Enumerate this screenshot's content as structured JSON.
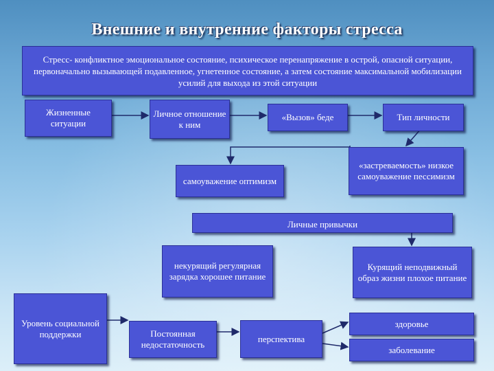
{
  "title": "Внешние и внутренние факторы стресса",
  "definition": "Стресс- конфликтное эмоциональное состояние, психическое перенапряжение в острой, опасной  ситуации, первоначально вызывающей подавленное, угнетенное состояние, а затем состояние максимальной мобилизации усилий для выхода из этой ситуации",
  "boxes": {
    "life_situations": "Жизненные ситуации",
    "personal_attitude": "Личное отношение к ним",
    "challenge": "«Вызов» беде",
    "personality_type": "Тип личности",
    "stuck": "«застреваемость» низкое самоуважение пессимизм",
    "self_esteem": "самоуважение оптимизм",
    "habits": "Личные привычки",
    "non_smoker": "некурящий регулярная зарядка хорошее питание",
    "smoker": "Курящий неподвижный образ жизни плохое питание",
    "social_support": "Уровень социальной поддержки",
    "insufficiency": "Постоянная недостаточность",
    "perspective": "перспектива",
    "health": "здоровье",
    "disease": "заболевание"
  },
  "colors": {
    "box_fill": "#4b55d6",
    "box_border": "#2a2f96",
    "arrow": "#1f2a6a"
  }
}
